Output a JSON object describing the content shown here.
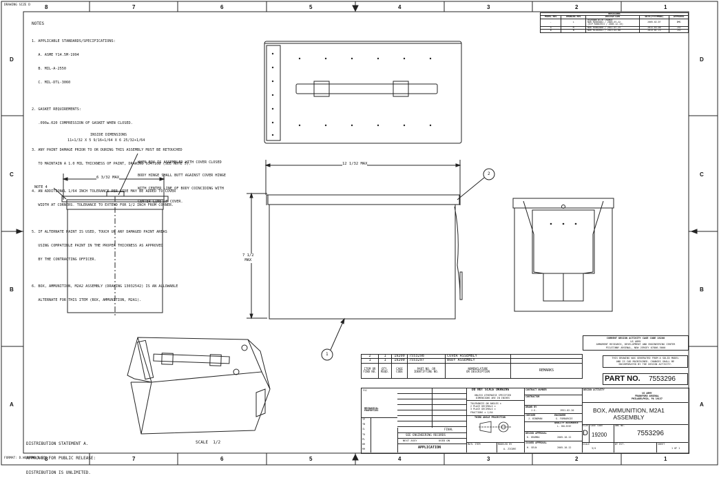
{
  "sheet": {
    "size_label": "DRAWING SIZE D",
    "format_label": "FORMAT: D.WORKING.1.0",
    "cols_top": [
      "8",
      "7",
      "6",
      "5",
      "4",
      "3",
      "2",
      "1"
    ],
    "cols_bottom": [
      "8",
      "7",
      "6",
      "5",
      "4",
      "3",
      "2",
      "1"
    ],
    "rows_left": [
      "D",
      "C",
      "B",
      "A"
    ],
    "rows_right": [
      "D",
      "C",
      "B",
      "A"
    ]
  },
  "notes": {
    "title": "NOTES",
    "lines": [
      "1. APPLICABLE STANDARDS/SPECIFICATIONS:",
      "   A. ASME Y14.5M-1994",
      "   B. MIL-A-2550",
      "   C. MIL-DTL-3060",
      "",
      "2. GASKET REQUIREMENTS:",
      "   .090±.020 COMPRESSION OF GASKET WHEN CLOSED.",
      "",
      "3. ANY PAINT DAMAGE PRIOR TO OR DURING THIS ASSEMBLY MUST BE RETOUCHED",
      "   TO MAINTAIN A 1.0 MIL THICKNESS OF PAINT, DRAWING 9347108 (SEE NOTE 5).",
      "",
      "4. AN ADDITIONAL 1/64 INCH TOLERANCE PER SIDE MAY BE ADDED TO COVER",
      "   WIDTH AT CORNERS. TOLERANCE TO EXTEND FOR 1/2 INCH FROM CORNER.",
      "",
      "5. IF ALTERNATE PAINT IS USED, TOUCH UP ANY DAMAGED PAINT AREAS",
      "   USING COMPATIBLE PAINT IN THE PROPER THICKNESS AS APPROVED",
      "   BY THE CONTRACTING OFFICER.",
      "",
      "6. BOX, AMMUNITION, M2A2 ASSEMBLY (DRAWING 13032542) IS AN ALLOWABLE",
      "   ALTERNATE FOR THIS ITEM (BOX, AMMUNITION, M2A1)."
    ],
    "inside_dims_title": "INSIDE DIMENSIONS",
    "inside_dims": "11+1/32 X 5 9/16+1/64 X 6 25/32+1/64"
  },
  "annotations": {
    "hinge_note": [
      "WHEN BOX IS ASSEMBLED WITH COVER CLOSED",
      "BODY HINGE SHALL BUTT AGAINST COVER HINGE",
      "WITH CENTER LINE OF BODY COINCIDING WITH",
      "CENTER LINE OF COVER."
    ],
    "note4": "NOTE 4",
    "dim_width": "6 3/32 MAX",
    "dim_length": "12 1/32 MAX",
    "dim_height": "7 1/2\nMAX",
    "balloon_1": "1",
    "balloon_2": "2",
    "scale": "SCALE  1/2"
  },
  "distribution": [
    "DISTRIBUTION STATEMENT A.",
    "APPROVED FOR PUBLIC RELEASE:",
    "DISTRIBUTION IS UNLIMITED."
  ],
  "revisions": {
    "title": "REVISIONS",
    "headers": [
      "MODEL REV",
      "DRAWING REV",
      "DESCRIPTION",
      "DATE(YYYYMMDD)",
      "APPROVED"
    ],
    "rows": [
      [
        "-",
        "L",
        "REDRAWN WITH CHANGE\nNOR R0563001 / 2005-07-22\n(ECP R0562931 / 2005-12-13)",
        "2005-02-07",
        "DMG"
      ],
      [
        "A",
        "M",
        "NOR R9062060 / 2011-07-25",
        "2011-03-08",
        "JTD"
      ],
      [
        "B",
        "N",
        "NOR R1262041 / 2013-01-08",
        "2013-01-23",
        "JTD"
      ]
    ]
  },
  "parts_list": {
    "rows": [
      [
        "2",
        "1",
        "19200",
        "7553298",
        "COVER ASSEMBLY",
        ""
      ],
      [
        "1",
        "1",
        "19200",
        "7553297",
        "BODY ASSEMBLY",
        ""
      ]
    ],
    "headers": [
      "ITEM OR\nFIND NO.",
      "QTY.\nREQD.",
      "CAGE\nCODE",
      "PART NO. OR\nIDENTIFYING NO.",
      "NOMENCLATURE\nOR DESCRIPTION",
      "REMARKS"
    ]
  },
  "activity": {
    "cage_line": "CURRENT DESIGN ACTIVITY CAGE CODE 19200",
    "lines": [
      "US ARMY",
      "ARMAMENT RESEARCH, DEVELOPMENT AND ENGINEERING CENTER",
      "PICATINNY ARSENAL, NEW JERSEY 07806-5000"
    ],
    "cad_note": [
      "THIS DRAWING WAS GENERATED FROM A SOLID MODEL",
      "AND IS CAD MAINTAINED. CHANGES SHALL BE",
      "INCORPORATED BY THE DESIGN ACTIVITY."
    ]
  },
  "part_no": {
    "label": "PART NO.",
    "value": "7553296"
  },
  "title_block": {
    "fsc": "FSC",
    "mech_props": "MECHANICAL\nPROPERTIES",
    "side_rows": [
      "TP",
      "TB",
      "IL",
      "TO",
      "PL",
      "DH",
      "RH"
    ],
    "final": "FINAL",
    "see_records": "SEE ENGINEERING RECORDS",
    "next_assy": "NEXT ASSY",
    "used_on": "USED ON",
    "application": "APPLICATION",
    "do_not_scale": "DO NOT SCALE DRAWING",
    "unless": "UNLESS OTHERWISE SPECIFIED\nDIMENSIONS ARE IN INCHES",
    "tolerances": "TOLERANCES ON ANGLES ±\n2 PLACE DECIMALS ±\n3 PLACE DECIMALS ±\nFRACTIONS ± 1/64",
    "third_angle": "THIRD ANGLE PROJECTION",
    "matl_item": "MATL ITEM",
    "modeled_by": "MODELED BY",
    "modeler": "A. ZICORE",
    "contract_no": "CONTRACT NUMBER",
    "contractor": "CONTRACTOR",
    "drawn_by": "DRAWN BY",
    "drawn_name": "J.G.",
    "drawn_date": "1951-02-20",
    "checker": "CHECKER",
    "checker_name": "J. BINDMAN",
    "engineer": "ENGINEER",
    "engineer_name": "G. FORBARGIE",
    "qa": "QUALITY ASSURANCE",
    "qa_name": "L. DULISSE",
    "design_approval": "DESIGN APPROVAL",
    "design_approval_name": "K. KRAMBA",
    "design_approval_date": "2005-10-12",
    "issued_by": "ISSUED APPROVAL",
    "issued_name": "H. SELN",
    "issued_date": "2005-10-12",
    "design_activity": "DESIGN ACTIVITY",
    "agency": "US ARMY\nFRANKFORD ARSENAL\nPHILADELPHIA, PA 19137",
    "title": "BOX, AMMUNITION, M2A1\nASSEMBLY",
    "size_label": "SIZE",
    "size": "D",
    "cage_label": "CAGE CODE",
    "cage": "19200",
    "dwg_label": "DWG NO.",
    "dwg": "7553296",
    "scale_label": "SCALE",
    "scale": "3/4",
    "wt_label": "WT EST.",
    "sheet_label": "SHEET",
    "sheet": "1 OF 1"
  }
}
